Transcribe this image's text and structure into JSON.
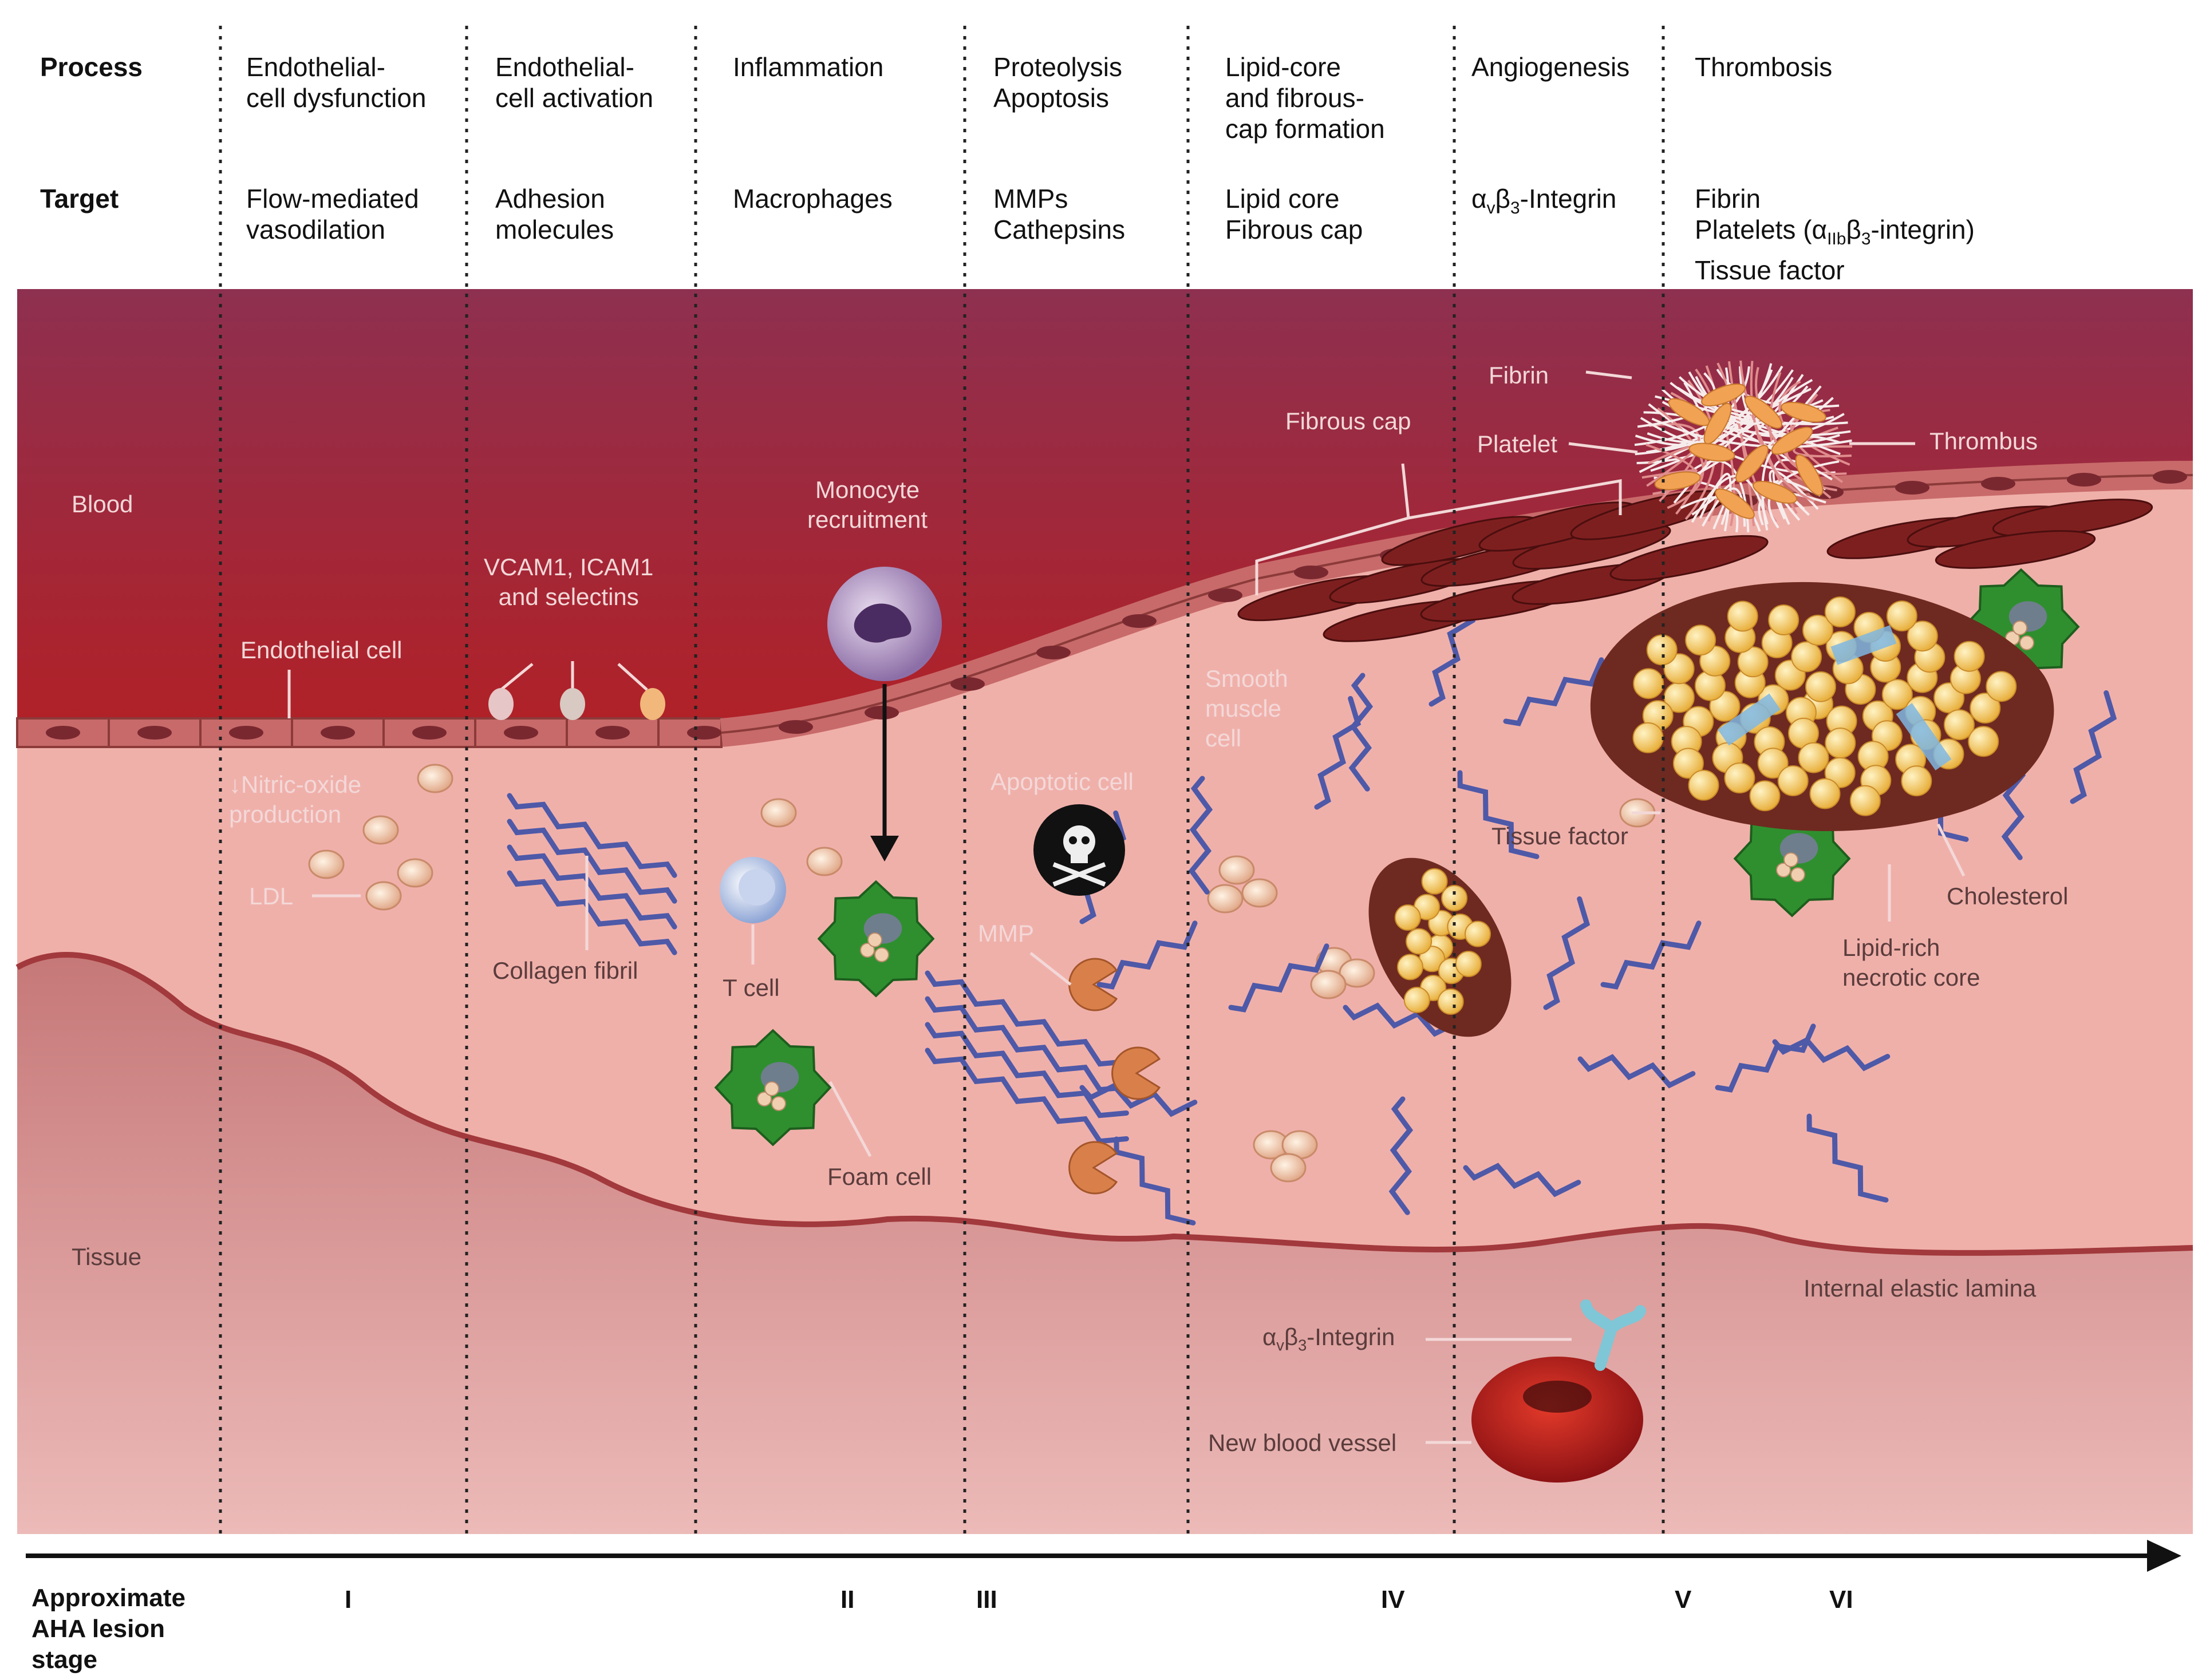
{
  "header": {
    "process_label": "Process",
    "target_label": "Target",
    "columns": [
      {
        "process": "Endothelial-\ncell dysfunction",
        "target": "Flow-mediated\nvasodilation"
      },
      {
        "process": "Endothelial-\ncell activation",
        "target": "Adhesion\nmolecules"
      },
      {
        "process": "Inflammation",
        "target": "Macrophages"
      },
      {
        "process": "Proteolysis\nApoptosis",
        "target": "MMPs\nCathepsins"
      },
      {
        "process": "Lipid-core\nand fibrous-\ncap formation",
        "target": "Lipid core\nFibrous cap"
      },
      {
        "process": "Angiogenesis",
        "target_main": "α",
        "target_sub1": "v",
        "target_mid": "β",
        "target_sub2": "3",
        "target_end": "-Integrin"
      },
      {
        "process": "Thrombosis",
        "target_line1": "Fibrin",
        "target_line2a": "Platelets (α",
        "target_line2sub": "IIb",
        "target_line2b": "β",
        "target_line2sub2": "3",
        "target_line2c": "-integrin)",
        "target_line3": "Tissue factor"
      }
    ]
  },
  "labels": {
    "blood": "Blood",
    "tissue": "Tissue",
    "endothelial_cell": "Endothelial cell",
    "vcam": "VCAM1, ICAM1\nand selectins",
    "nitric_oxide": "↓Nitric-oxide\nproduction",
    "ldl": "LDL",
    "collagen_fibril": "Collagen fibril",
    "monocyte_recruitment": "Monocyte\nrecruitment",
    "t_cell": "T cell",
    "foam_cell": "Foam cell",
    "apoptotic_cell": "Apoptotic cell",
    "mmp": "MMP",
    "smooth_muscle_cell": "Smooth\nmuscle\ncell",
    "fibrous_cap": "Fibrous cap",
    "fibrin": "Fibrin",
    "platelet": "Platelet",
    "thrombus": "Thrombus",
    "tissue_factor": "Tissue factor",
    "cholesterol": "Cholesterol",
    "lipid_rich_core": "Lipid-rich\nnecrotic core",
    "internal_elastic_lamina": "Internal elastic lamina",
    "integrin_a": "α",
    "integrin_sub1": "v",
    "integrin_b": "β",
    "integrin_sub2": "3",
    "integrin_end": "-Integrin",
    "new_blood_vessel": "New blood vessel"
  },
  "stages": {
    "title": "Approximate\nAHA lesion\nstage",
    "numerals": [
      "I",
      "II",
      "III",
      "IV",
      "V",
      "VI"
    ]
  },
  "colors": {
    "blood_top": "#8e3050",
    "blood_bottom": "#b21d23",
    "intima": "#f1b3ad",
    "tissue": "#cf8484",
    "tissue_bottom": "#e8b5b3",
    "endothelium": "#c66565",
    "nucleus": "#7a2830",
    "foam_cell": "#2f8f2f",
    "collagen": "#4e59a8",
    "lipid": "#f3c25a"
  }
}
